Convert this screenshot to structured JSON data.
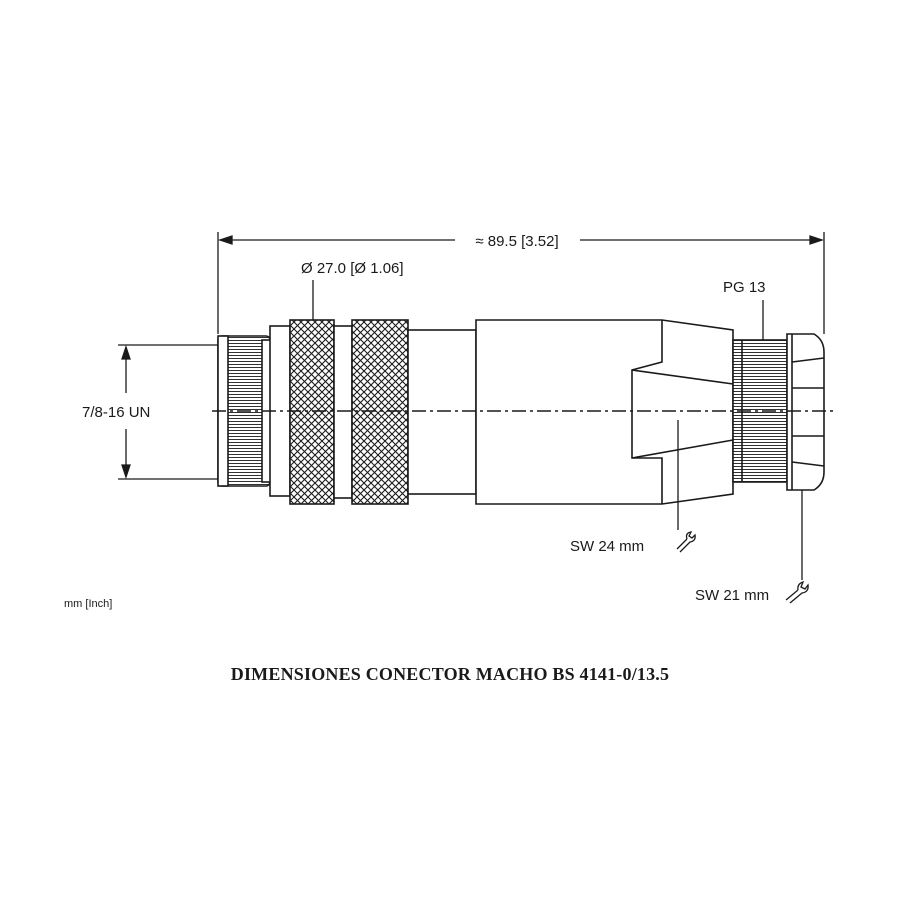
{
  "dimensions": {
    "overall_length": "≈ 89.5 [3.52]",
    "diameter": "Ø 27.0 [Ø 1.06]",
    "thread_left": "7/8-16 UN",
    "thread_right": "PG 13",
    "wrench_1": "SW 24 mm",
    "wrench_2": "SW 21 mm"
  },
  "units_note": "mm [Inch]",
  "title": "DIMENSIONES CONECTOR MACHO BS 4141-0/13.5",
  "icons": {
    "wrench": "wrench-icon"
  },
  "colors": {
    "line": "#1a1a1a",
    "fill": "#ffffff"
  }
}
